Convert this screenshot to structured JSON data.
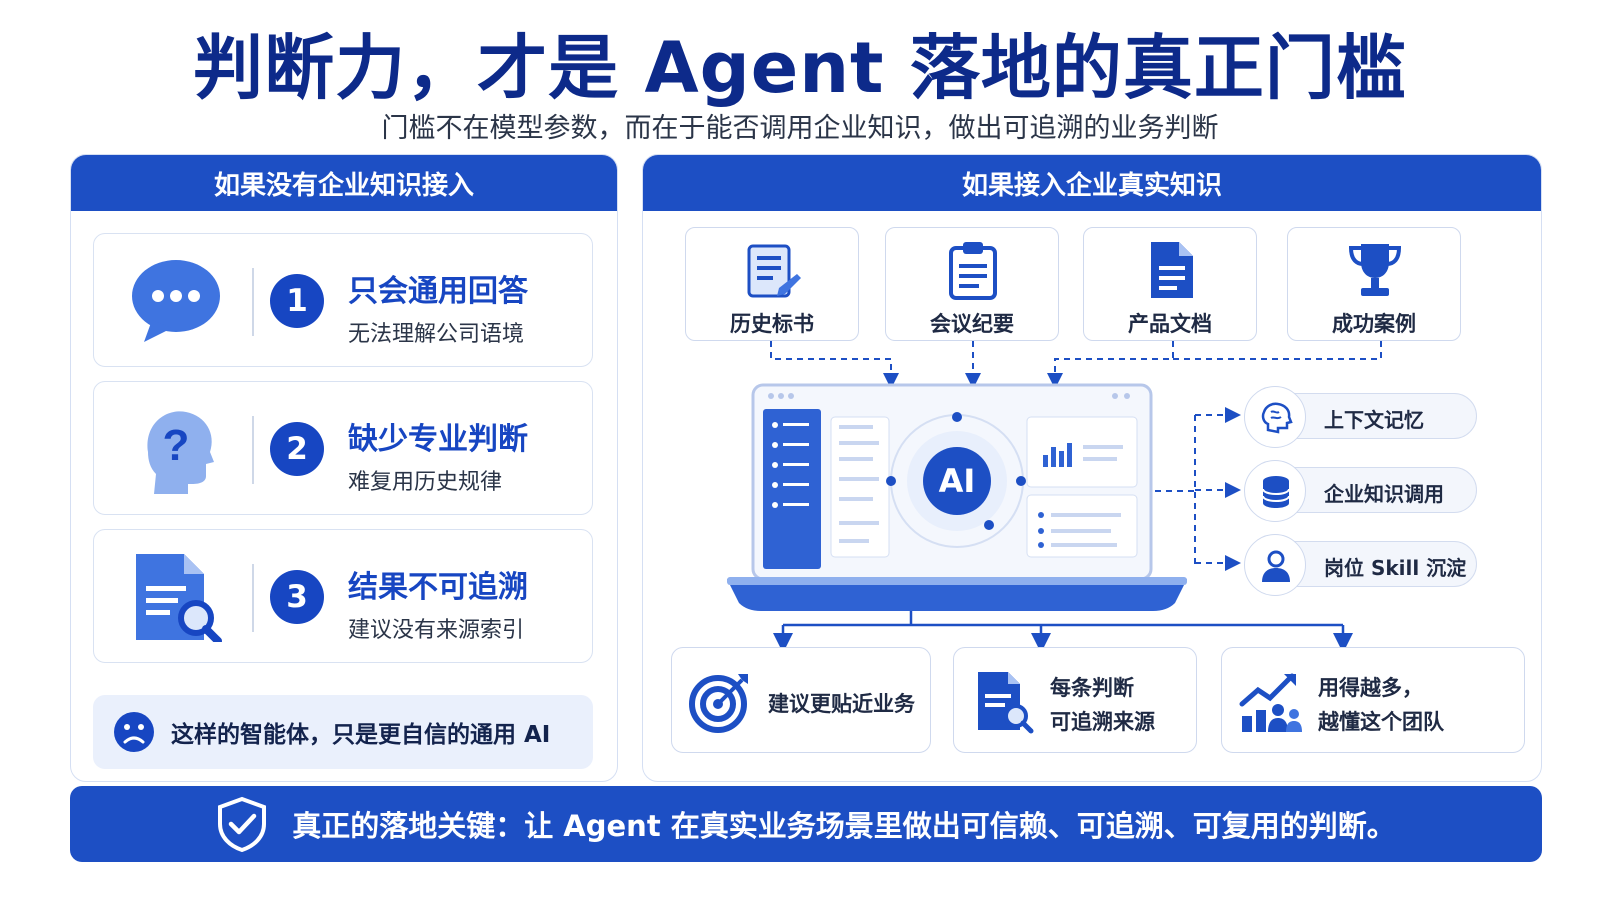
{
  "title": "判断力，才是 Agent 落地的真正门槛",
  "subtitle": "门槛不在模型参数，而在于能否调用企业知识，做出可追溯的业务判断",
  "left_panel": {
    "header": "如果没有企业知识接入",
    "items": [
      {
        "num": "1",
        "title": "只会通用回答",
        "desc": "无法理解公司语境",
        "icon": "chat-bubble-icon"
      },
      {
        "num": "2",
        "title": "缺少专业判断",
        "desc": "难复用历史规律",
        "icon": "head-question-icon"
      },
      {
        "num": "3",
        "title": "结果不可追溯",
        "desc": "建议没有来源索引",
        "icon": "document-search-icon"
      }
    ],
    "note": "这样的智能体，只是更自信的通用 AI",
    "note_icon": "sad-face-icon"
  },
  "right_panel": {
    "header": "如果接入企业真实知识",
    "sources": [
      {
        "label": "历史标书",
        "icon": "bid-document-icon"
      },
      {
        "label": "会议纪要",
        "icon": "clipboard-icon"
      },
      {
        "label": "产品文档",
        "icon": "file-icon"
      },
      {
        "label": "成功案例",
        "icon": "trophy-icon"
      }
    ],
    "center_label": "AI",
    "features": [
      {
        "label": "上下文记忆",
        "icon": "brain-icon"
      },
      {
        "label": "企业知识调用",
        "icon": "database-icon"
      },
      {
        "label": "岗位 Skill 沉淀",
        "icon": "user-icon"
      }
    ],
    "outcomes": [
      {
        "lines": [
          "建议更贴近业务"
        ],
        "icon": "target-icon"
      },
      {
        "lines": [
          "每条判断",
          "可追溯来源"
        ],
        "icon": "document-search-icon"
      },
      {
        "lines": [
          "用得越多，",
          "越懂这个团队"
        ],
        "icon": "growth-chart-icon"
      }
    ]
  },
  "bottom_banner": "真正的落地关键：让 Agent 在真实业务场景里做出可信赖、可追溯、可复用的判断。",
  "colors": {
    "primary": "#1d4fc4",
    "title": "#0d2a8a",
    "accent_light": "#eaf0fc"
  }
}
